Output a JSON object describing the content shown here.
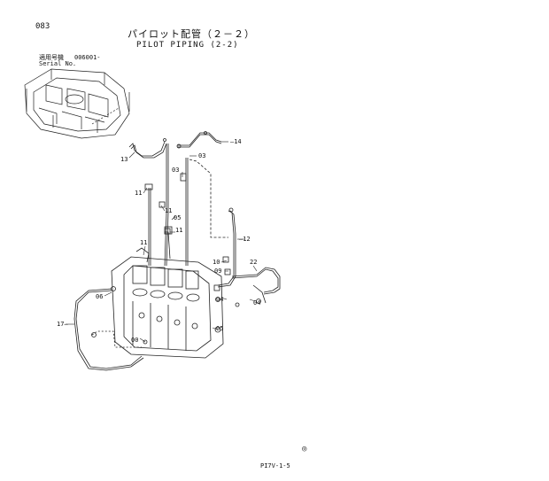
{
  "header": {
    "page_code": "083",
    "title_jp": "パイロット配管（２－２）",
    "title_en": "PILOT PIPING (2-2)",
    "applicability_jp": "適用号機",
    "applicability_code": "006001-",
    "serial_label": "Serial No."
  },
  "callouts": {
    "c14": "14",
    "c13": "13",
    "c03a": "03",
    "c03b": "03",
    "c11a": "11",
    "c11b": "11",
    "c05a": "05",
    "c11c": "11",
    "c11d": "11",
    "c12": "12",
    "c10": "10",
    "c22": "22",
    "c09": "09",
    "c06": "06",
    "c04a": "04",
    "c04b": "04",
    "c05b": "05",
    "c17": "17",
    "c00": "00"
  },
  "footer": {
    "code": "PI7V-1-5",
    "mark": "◎"
  }
}
